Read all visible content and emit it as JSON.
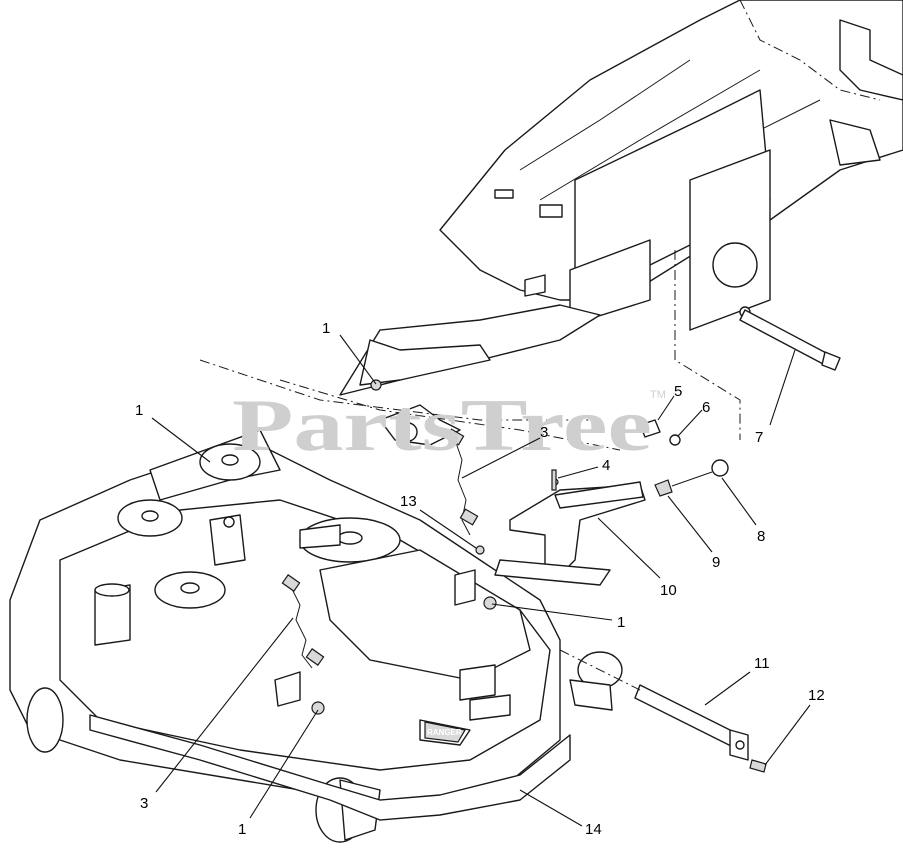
{
  "watermark": {
    "text": "PartsTree",
    "trademark": "TM"
  },
  "deck_brand_plate": "RANGER",
  "callouts": [
    {
      "id": "c1a",
      "label": "1"
    },
    {
      "id": "c1b",
      "label": "1"
    },
    {
      "id": "c1c",
      "label": "1"
    },
    {
      "id": "c1d",
      "label": "1"
    },
    {
      "id": "c3a",
      "label": "3"
    },
    {
      "id": "c3b",
      "label": "3"
    },
    {
      "id": "c4",
      "label": "4"
    },
    {
      "id": "c5",
      "label": "5"
    },
    {
      "id": "c6",
      "label": "6"
    },
    {
      "id": "c7",
      "label": "7"
    },
    {
      "id": "c8",
      "label": "8"
    },
    {
      "id": "c9",
      "label": "9"
    },
    {
      "id": "c10",
      "label": "10"
    },
    {
      "id": "c11",
      "label": "11"
    },
    {
      "id": "c12",
      "label": "12"
    },
    {
      "id": "c13",
      "label": "13"
    },
    {
      "id": "c14",
      "label": "14"
    }
  ]
}
